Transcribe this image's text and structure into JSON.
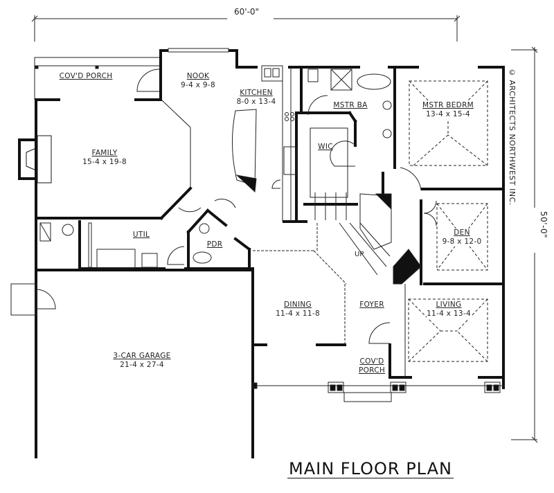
{
  "title": "MAIN FLOOR PLAN",
  "dimensions": {
    "width": "60'-0\"",
    "depth": "50'-0\""
  },
  "copyright": "© ARCHITECTS NORTHWEST INC.",
  "stairs_label": "UP",
  "rooms": [
    {
      "name": "COV'D PORCH",
      "dim": ""
    },
    {
      "name": "NOOK",
      "dim": "9-4 x 9-8"
    },
    {
      "name": "KITCHEN",
      "dim": "8-0 x 13-4"
    },
    {
      "name": "MSTR BA",
      "dim": ""
    },
    {
      "name": "MSTR BEDRM",
      "dim": "13-4 x 15-4"
    },
    {
      "name": "FAMILY",
      "dim": "15-4 x 19-8"
    },
    {
      "name": "WIC",
      "dim": ""
    },
    {
      "name": "UTIL",
      "dim": ""
    },
    {
      "name": "PDR",
      "dim": ""
    },
    {
      "name": "DEN",
      "dim": "9-8 x 12-0"
    },
    {
      "name": "DINING",
      "dim": "11-4 x 11-8"
    },
    {
      "name": "FOYER",
      "dim": ""
    },
    {
      "name": "LIVING",
      "dim": "11-4 x 13-4"
    },
    {
      "name": "3-CAR GARAGE",
      "dim": "21-4 x 27-4"
    },
    {
      "name": "COV'D PORCH",
      "dim": ""
    }
  ]
}
